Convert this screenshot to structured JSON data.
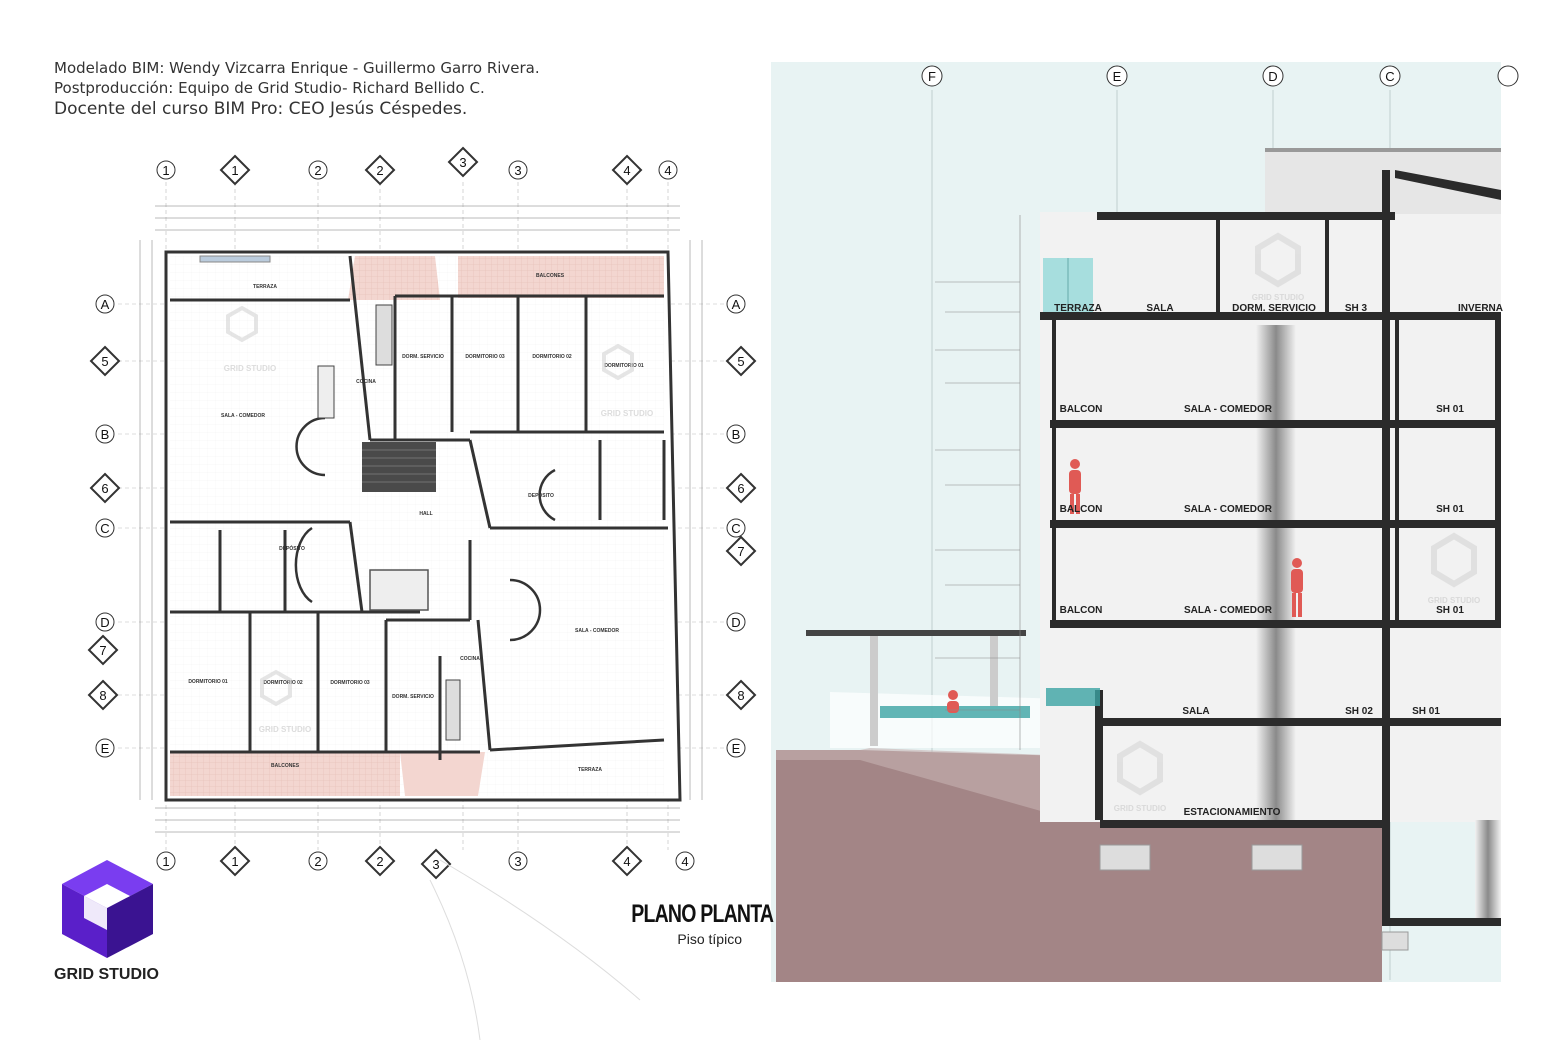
{
  "credits": {
    "line1": "Modelado BIM: Wendy Vizcarra Enrique - Guillermo Garro Rivera.",
    "line2": "Postproducción: Equipo de Grid Studio- Richard Bellido C.",
    "line3": "Docente del curso BIM Pro: CEO Jesús Céspedes."
  },
  "plan": {
    "title": "PLANO PLANTA",
    "subtitle": "Piso típico",
    "grid_top": [
      "1",
      "1",
      "2",
      "2",
      "3",
      "3",
      "4",
      "4"
    ],
    "grid_left": [
      "A",
      "5",
      "B",
      "6",
      "C",
      "D",
      "7",
      "8",
      "E"
    ],
    "grid_right": [
      "A",
      "5",
      "B",
      "6",
      "C",
      "7",
      "D",
      "8",
      "E"
    ],
    "rooms": {
      "terraza_top": "TERRAZA",
      "balcones_top": "BALCONES",
      "dorm_servicio_top": "DORM. SERVICIO",
      "dormitorio_03_top": "DORMITORIO 03",
      "dormitorio_02_top": "DORMITORIO 02",
      "dormitorio_01_top": "DORMITORIO 01",
      "cocina_top": "COCINA",
      "sala_comedor_top": "SALA - COMEDOR",
      "hall": "HALL",
      "deposito_right": "DEPÓSITO",
      "deposito_left": "DEPÓSITO",
      "sala_comedor_bottom": "SALA - COMEDOR",
      "cocina_bottom": "COCINA",
      "dormitorio_01_bottom": "DORMITORIO 01",
      "dormitorio_02_bottom": "DORMITORIO 02",
      "dormitorio_03_bottom": "DORMITORIO 03",
      "dorm_servicio_bottom": "DORM. SERVICIO",
      "balcones_bottom": "BALCONES",
      "terraza_bottom": "TERRAZA"
    },
    "watermark": "GRID STUDIO"
  },
  "section": {
    "axes": [
      "F",
      "E",
      "D",
      "C"
    ],
    "labels": {
      "terraza": "TERRAZA",
      "sala_top": "SALA",
      "dorm_servicio": "DORM. SERVICIO",
      "sh3": "SH 3",
      "invernadero": "INVERNA",
      "balcon1": "BALCON",
      "sala_comedor1": "SALA - COMEDOR",
      "sh01_1": "SH 01",
      "balcon2": "BALCON",
      "sala_comedor2": "SALA - COMEDOR",
      "sh01_2": "SH 01",
      "balcon3": "BALCON",
      "sala_comedor3": "SALA - COMEDOR",
      "sh01_3": "SH 01",
      "sala_ground": "SALA",
      "sh02": "SH 02",
      "sh01_g": "SH 01",
      "estacionamiento": "ESTACIONAMIENTO"
    },
    "watermark": "GRID STUDIO"
  },
  "brand": {
    "name": "GRID STUDIO",
    "logo_colors": [
      "#5a1fc9",
      "#3a1391",
      "#7a3df0"
    ]
  },
  "colors": {
    "section_sky": "#e8f3f3",
    "ground": "#a38586",
    "balcony_tile": "#f3d6d0",
    "structure": "#2b2b2b",
    "figure": "#e05a55"
  }
}
